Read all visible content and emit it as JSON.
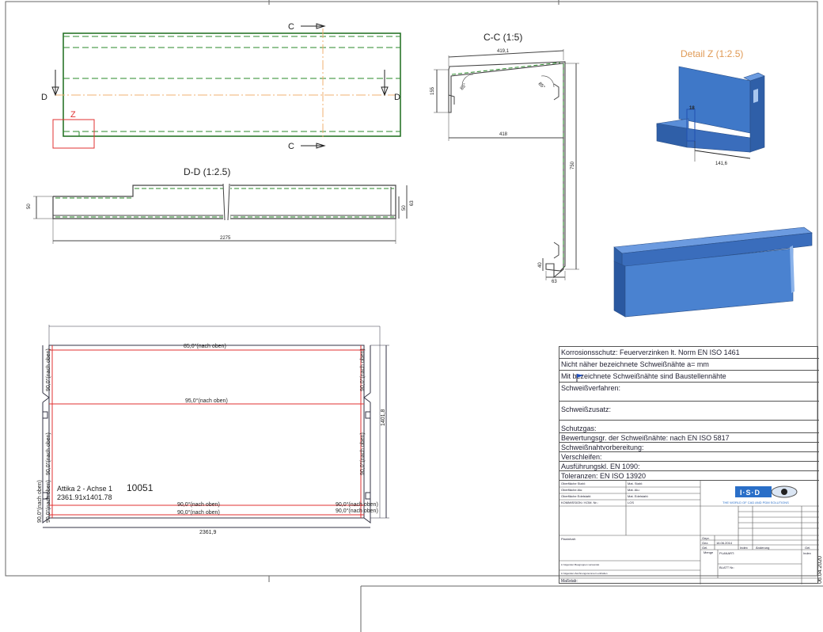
{
  "section_cc": "C-C (1:5)",
  "section_dd": "D-D (1:2.5)",
  "detail_z": "Detail  Z (1:2.5)",
  "markers": {
    "c_top": "C",
    "c_bottom": "C",
    "d_left": "D",
    "d_right": "D",
    "z": "Z"
  },
  "dims": {
    "cc_width": "419,1",
    "cc_height": "155",
    "cc_angle1": "85°",
    "cc_angle2": "85°",
    "cc_inner": "418",
    "cc_depth": "750",
    "cc_bottom": "40",
    "cc_foot": "63",
    "dd_left": "50",
    "dd_right1": "50",
    "dd_right2": "63",
    "dd_total": "2275",
    "z_18": "18",
    "z_141": "141,6",
    "flat_85": "85,0°(nach oben)",
    "flat_95": "95,0°(nach oben)",
    "flat_90a": "90,0°(nach oben)",
    "flat_90b": "90,0°(nach oben)",
    "flat_side1": "90,0°(nach oben)",
    "flat_side2": "90,0°(nach oben)",
    "flat_side3": "90,0°(nach oben)",
    "flat_side4": "90,0°(nach oben)",
    "flat_r1": "90,0°(nach oben)",
    "flat_r2": "90,0°(nach oben)",
    "flat_r3": "90,0°(nach oben)",
    "flat_r4": "90,0°(nach oben)",
    "flat_height": "1401,8",
    "flat_width": "2361,9"
  },
  "part": {
    "name": "Attika 2 - Achse 1",
    "number": "10051",
    "size": "2361.91x1401.78"
  },
  "title_block": {
    "rows": [
      "Korrosionsschutz:  Feuerverzinken lt. Norm EN ISO 1461",
      "Nicht näher bezeichnete Schweißnähte a=      mm",
      "Mit        bezeichnete Schweißnähte sind Baustellennähte",
      "Schweißverfahren:",
      "Schweißzusatz:",
      "Schutzgas:",
      "Bewertungsgr. der Schweißnähte:    nach   EN ISO 5817",
      "Schweißnahtvorbereitung:",
      "Verschleifen:",
      "Ausführungskl.  EN 1090:",
      "Toleranzen:                     EN ISO 13920"
    ],
    "ob_stahl": "Oberfläche Stahl:",
    "ob_alu": "Oberfläche Alu:",
    "ob_edel": "Oberfläche Edelstahl:",
    "kommission": "KOMMISSION / KOM. Nr.:",
    "mat_stahl": "Mat. Stahl:",
    "mat_alu": "Mat. Alu:",
    "mat_edel": "Mat. Edelstahl:",
    "los": "LOS",
    "logo": "I·S·D",
    "logo_sub": "THE WORLD OF CAD AND PDM SOLUTIONS",
    "planinhalt": "Planinhalt:",
    "gepr": "Gepr.",
    "gez": "Gez.",
    "gez_date": "16.06.2014",
    "gel": "Gel.",
    "index": "Index",
    "aenderung": "Änderung",
    "gel2": "Gel.",
    "menge": "Menge",
    "planart": "PLANART:",
    "index2": "Index",
    "blatt": "BLATT Nr.:",
    "note1": "in folgenden Baugruppen verwendet",
    "note2": "in folgenden Zeichnungsnummern enthalten",
    "massstab": "Maßstab:",
    "date_side": "06.04.2020"
  }
}
